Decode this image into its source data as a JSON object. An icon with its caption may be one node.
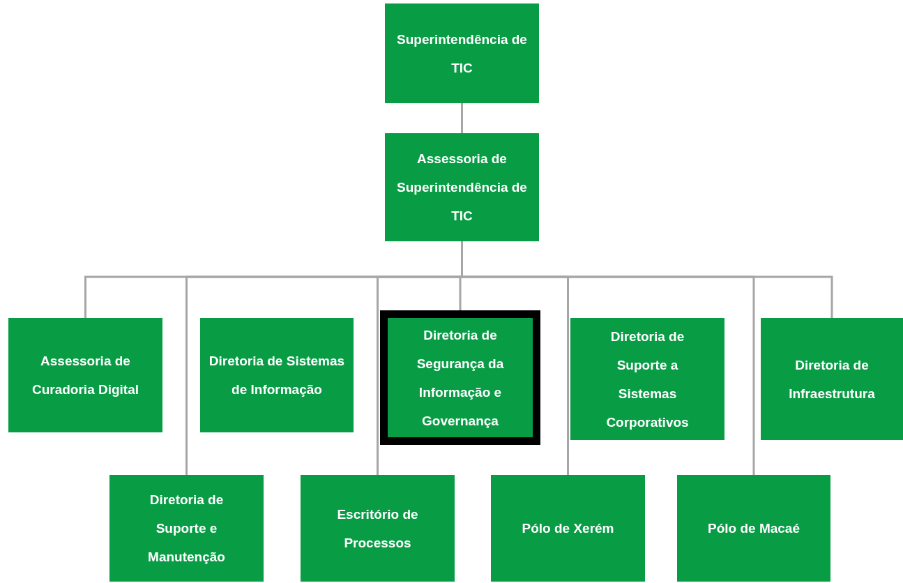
{
  "diagram": {
    "nodes": [
      {
        "text": [
          "Superintendência de TIC"
        ]
      },
      {
        "text": [
          "Assessoria de Superintendência de TIC"
        ]
      },
      {
        "text": [
          "Assessoria de Curadoria Digital"
        ]
      },
      {
        "text": [
          "Diretoria de Sistemas de Informação"
        ]
      },
      {
        "text": [
          "Diretoria de Segurança da Informação e Governança"
        ]
      },
      {
        "text": [
          "Diretoria de Suporte a Sistemas Corporativos"
        ]
      },
      {
        "text": [
          "Diretoria de Infraestrutura"
        ]
      },
      {
        "text": [
          "Diretoria de Suporte e Manutenção"
        ]
      },
      {
        "text": [
          "Escritório de Processos"
        ]
      },
      {
        "text": [
          "Pólo de Xerém"
        ]
      },
      {
        "text": [
          "Pólo de Macaé"
        ]
      }
    ],
    "edges": [
      {
        "from": 0,
        "to": 1,
        "arrow": "none"
      },
      {
        "from": 1,
        "to": 2,
        "arrow": "none"
      },
      {
        "from": 1,
        "to": 7,
        "arrow": "none"
      },
      {
        "from": 1,
        "to": 8,
        "arrow": "none"
      },
      {
        "from": 1,
        "to": 4,
        "arrow": "none"
      },
      {
        "from": 1,
        "to": 9,
        "arrow": "none"
      },
      {
        "from": 1,
        "to": 10,
        "arrow": "none"
      },
      {
        "from": 1,
        "to": 6,
        "arrow": "none"
      }
    ]
  }
}
